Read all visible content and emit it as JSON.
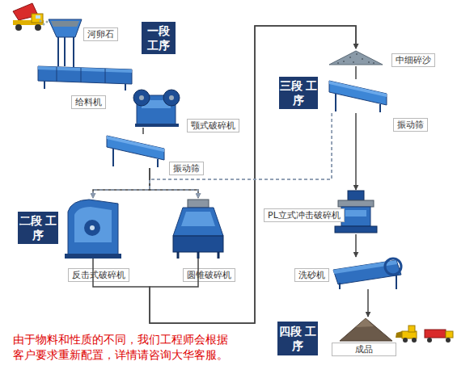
{
  "diagram": {
    "nodes": [
      {
        "text": [
          "河卵石"
        ]
      },
      {
        "text": [
          "一段 工序"
        ]
      },
      {
        "text": [
          "给料机"
        ]
      },
      {
        "text": [
          "颚式破碎机"
        ]
      },
      {
        "text": [
          "振动筛"
        ]
      },
      {
        "text": [
          "反击式破碎机"
        ]
      },
      {
        "text": [
          "圆锥破碎机"
        ]
      },
      {
        "text": [
          "二段 工序"
        ]
      },
      {
        "text": [
          "中细碎沙"
        ]
      },
      {
        "text": [
          "三段 工序"
        ]
      },
      {
        "text": [
          "振动筛"
        ]
      },
      {
        "text": [
          "PL立式冲击破碎机"
        ]
      },
      {
        "text": [
          "洗砂机"
        ]
      },
      {
        "text": [
          "成品"
        ]
      },
      {
        "text": [
          "四段 工序"
        ]
      }
    ],
    "edges": [
      {
        "from": 3,
        "to": 4,
        "arrow": "none"
      },
      {
        "from": 4,
        "to": 5,
        "arrow": "to"
      },
      {
        "from": 4,
        "to": 6,
        "arrow": "to"
      },
      {
        "from": 5,
        "to": 8,
        "arrow": "to"
      },
      {
        "from": 6,
        "to": 8,
        "arrow": "to"
      },
      {
        "from": 8,
        "to": 10,
        "arrow": "none"
      },
      {
        "from": 10,
        "to": 11,
        "arrow": "to"
      },
      {
        "from": 11,
        "to": 12,
        "arrow": "to"
      },
      {
        "from": 12,
        "to": 13,
        "arrow": "to"
      },
      {
        "from": 10,
        "to": 5,
        "arrow": "to"
      },
      {
        "from": 10,
        "to": 6,
        "arrow": "to"
      }
    ],
    "labels": [
      "由于物料和性质的不同，我们工程师会根据",
      "客户要求重新配置，详情请咨询大华客服。"
    ]
  }
}
